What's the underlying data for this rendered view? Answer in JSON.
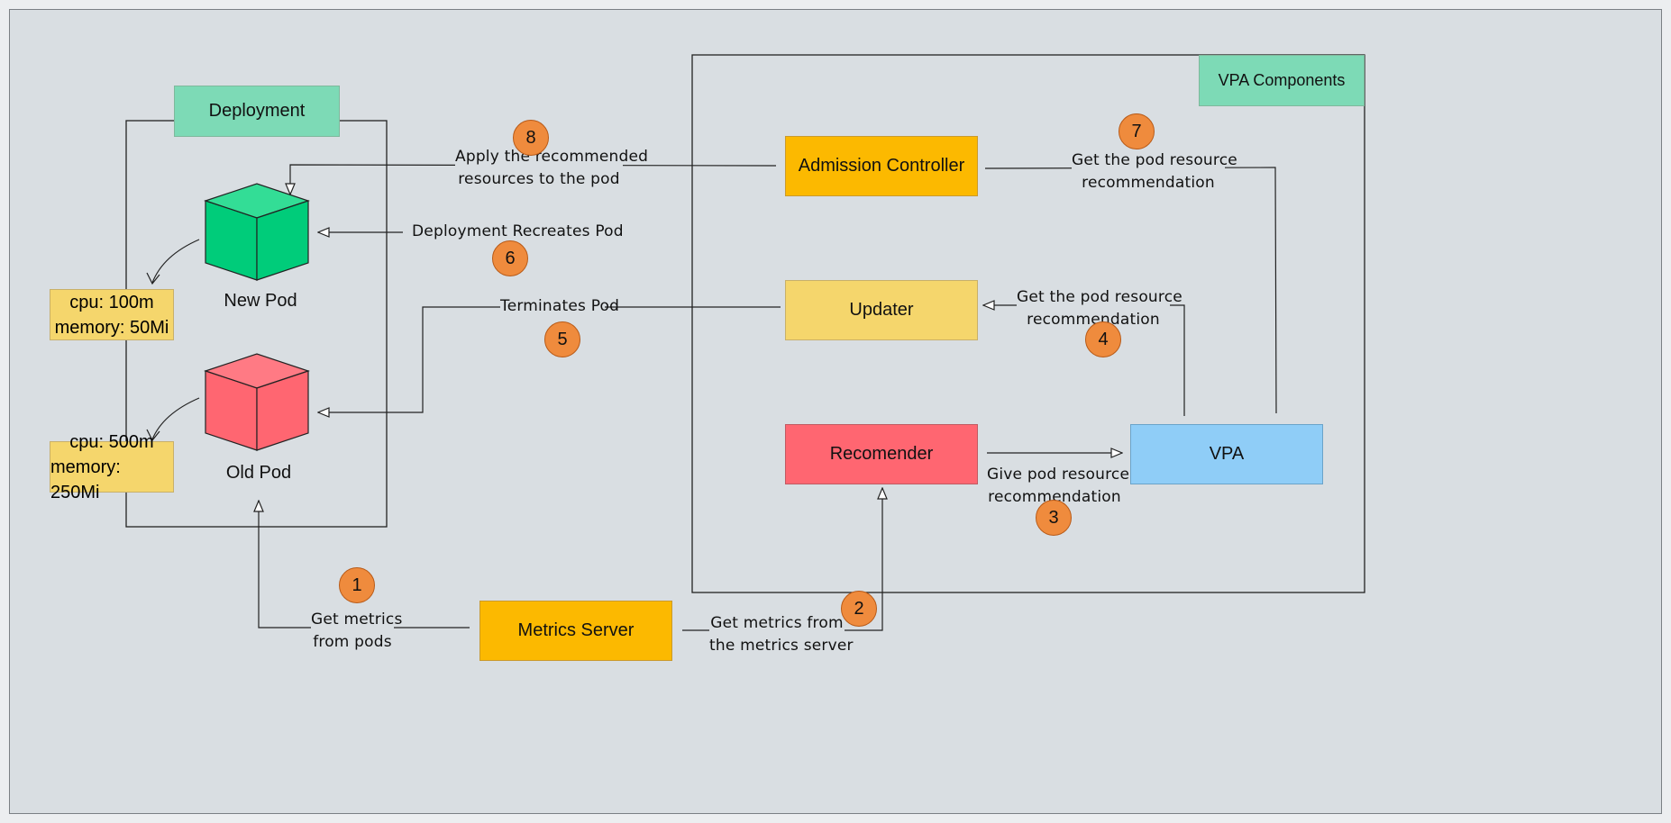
{
  "deployment": {
    "title": "Deployment"
  },
  "vpa_group": {
    "title": "VPA Components"
  },
  "pods": {
    "new": {
      "name": "New Pod",
      "cpu": "cpu: 100m",
      "memory": "memory: 50Mi",
      "color": "#00cc7a"
    },
    "old": {
      "name": "Old Pod",
      "cpu": "cpu: 500m",
      "memory": "memory: 250Mi",
      "color": "#ff6671"
    }
  },
  "components": {
    "admission_controller": {
      "label": "Admission Controller",
      "color": "#fcb900"
    },
    "updater": {
      "label": "Updater",
      "color": "#f5d66c"
    },
    "recommender": {
      "label": "Recomender",
      "color": "#ff6671"
    },
    "vpa": {
      "label": "VPA",
      "color": "#8fcdf7"
    },
    "metrics_server": {
      "label": "Metrics Server",
      "color": "#fcb900"
    }
  },
  "steps": [
    {
      "number": "1",
      "text_line1": "Get metrics",
      "text_line2": "from pods"
    },
    {
      "number": "2",
      "text_line1": "Get metrics from",
      "text_line2": "the metrics server"
    },
    {
      "number": "3",
      "text_line1": "Give pod resource",
      "text_line2": "recommendation"
    },
    {
      "number": "4",
      "text_line1": "Get the pod resource",
      "text_line2": "recommendation"
    },
    {
      "number": "5",
      "text_line1": "Terminates Pod",
      "text_line2": ""
    },
    {
      "number": "6",
      "text_line1": "Deployment Recreates Pod",
      "text_line2": ""
    },
    {
      "number": "7",
      "text_line1": "Get the pod resource",
      "text_line2": "recommendation"
    },
    {
      "number": "8",
      "text_line1": "Apply the recommended",
      "text_line2": "resources to the pod"
    }
  ],
  "colors": {
    "badge": "#ef8b3d",
    "header_green": "#7ddab6",
    "background": "#d9dee2"
  }
}
